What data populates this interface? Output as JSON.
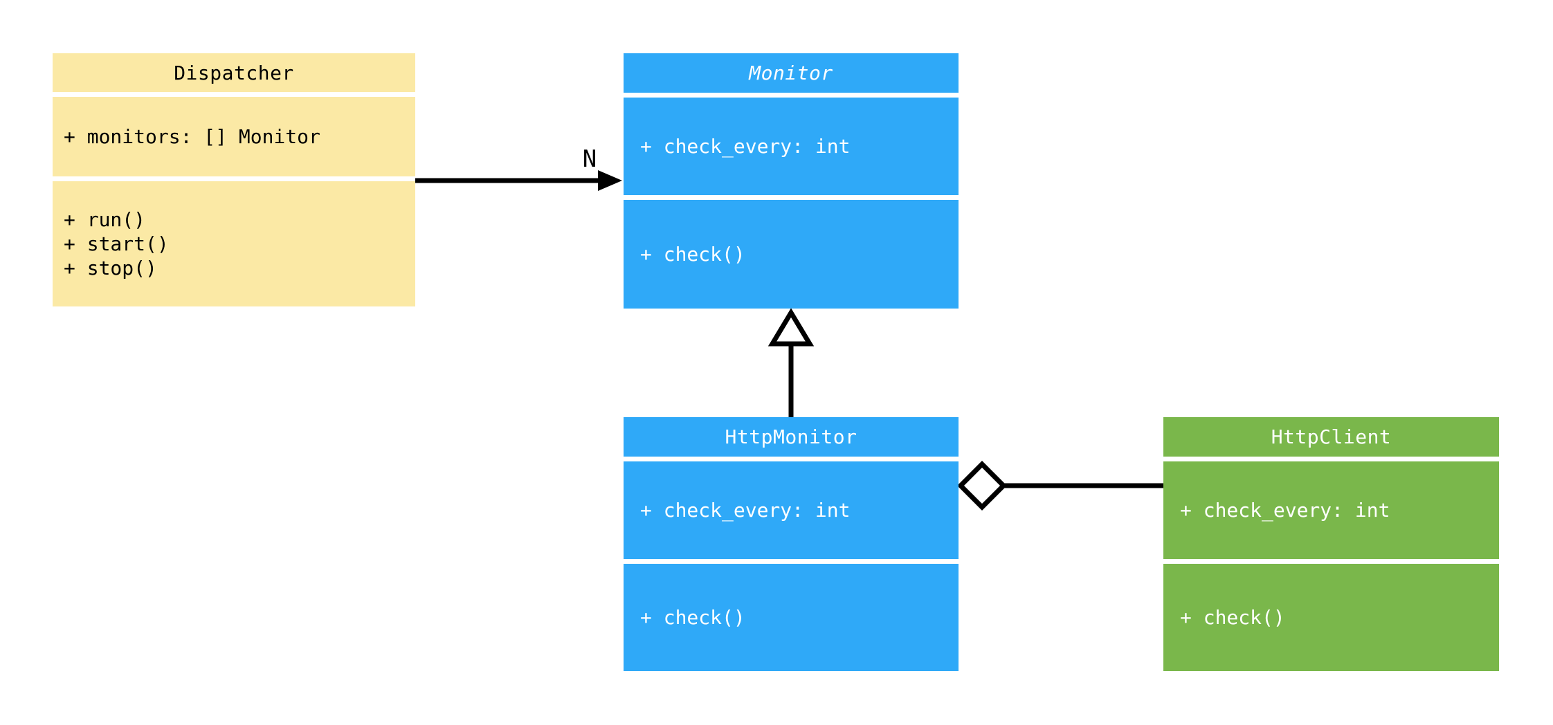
{
  "diagram": {
    "type": "uml-class-diagram",
    "background": "#FFFFFF",
    "line_color": "#000000",
    "classes": [
      {
        "name": "Dispatcher",
        "abstract": false,
        "fill": "#FBE9A5",
        "text_color": "#000000",
        "attributes": [
          "+ monitors: [] Monitor"
        ],
        "methods": [
          "+ run()",
          "+ start()",
          "+ stop()"
        ]
      },
      {
        "name": "Monitor",
        "abstract": true,
        "fill": "#2FA9F8",
        "text_color": "#FFFFFF",
        "attributes": [
          "+ check_every: int"
        ],
        "methods": [
          "+ check()"
        ]
      },
      {
        "name": "HttpMonitor",
        "abstract": false,
        "fill": "#2FA9F8",
        "text_color": "#FFFFFF",
        "attributes": [
          "+ check_every: int"
        ],
        "methods": [
          "+ check()"
        ]
      },
      {
        "name": "HttpClient",
        "abstract": false,
        "fill": "#7AB74B",
        "text_color": "#FFFFFF",
        "attributes": [
          "+ check_every: int"
        ],
        "methods": [
          "+ check()"
        ]
      }
    ],
    "relations": [
      {
        "type": "association",
        "from": "Dispatcher",
        "to": "Monitor",
        "label": "N"
      },
      {
        "type": "inheritance",
        "from": "HttpMonitor",
        "to": "Monitor",
        "label": ""
      },
      {
        "type": "aggregation",
        "from": "HttpMonitor",
        "to": "HttpClient",
        "label": ""
      }
    ]
  }
}
